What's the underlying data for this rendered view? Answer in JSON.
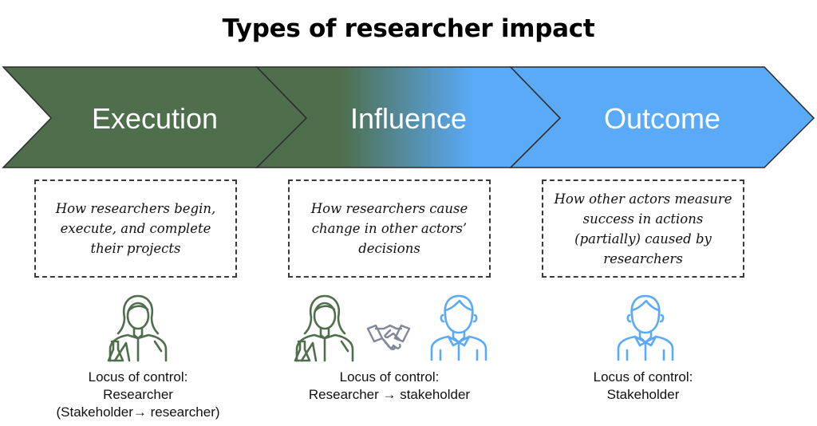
{
  "title": "Types of researcher impact",
  "colors": {
    "green": "#4f6e4c",
    "blue": "#5aaaf8",
    "green_icon": "#4f6e4c",
    "blue_icon": "#5aaaf8",
    "handshake_icon": "#7f8798"
  },
  "stages": [
    {
      "label": "Execution",
      "description": "How researchers begin, execute, and complete their projects",
      "icons": [
        "scientist-icon"
      ],
      "locus_lines": [
        "Locus of control:",
        "Researcher",
        "(Stakeholder→ researcher)"
      ]
    },
    {
      "label": "Influence",
      "description": "How researchers cause change in other actors’ decisions",
      "icons": [
        "scientist-icon",
        "handshake-icon",
        "stakeholder-icon"
      ],
      "locus_lines": [
        "Locus of control:",
        "Researcher → stakeholder"
      ]
    },
    {
      "label": "Outcome",
      "description": "How other actors measure success in actions (partially) caused by researchers",
      "icons": [
        "stakeholder-icon"
      ],
      "locus_lines": [
        "Locus of control:",
        "Stakeholder"
      ]
    }
  ]
}
